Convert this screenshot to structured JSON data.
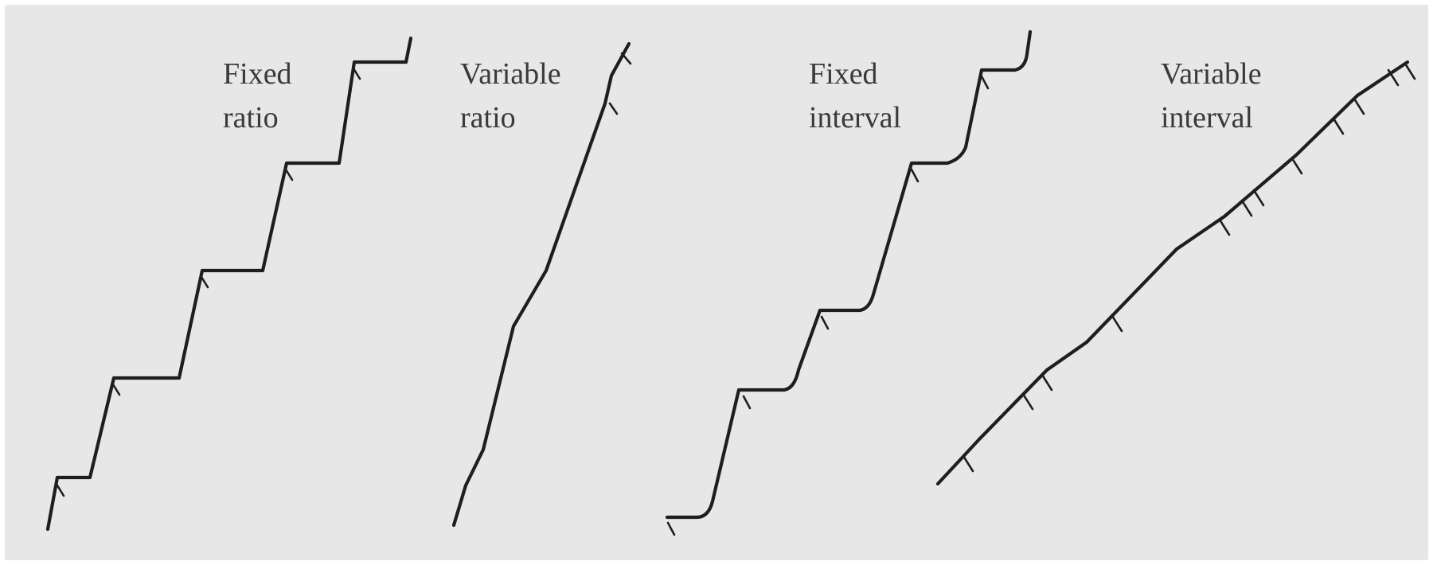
{
  "figure": {
    "background_color": "#e7e7e7",
    "line_color": "#1e1e1e",
    "text_color": "#3a3a3a"
  },
  "schedules": [
    {
      "id": "fixed-ratio",
      "label_line1": "Fixed",
      "label_line2": "ratio"
    },
    {
      "id": "variable-ratio",
      "label_line1": "Variable",
      "label_line2": "ratio"
    },
    {
      "id": "fixed-interval",
      "label_line1": "Fixed",
      "label_line2": "interval"
    },
    {
      "id": "variable-interval",
      "label_line1": "Variable",
      "label_line2": "interval"
    }
  ]
}
